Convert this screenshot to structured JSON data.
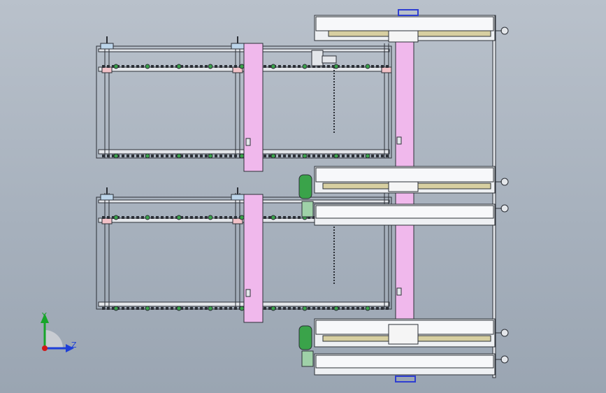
{
  "viewport": {
    "name": "cad-graphics-area",
    "background_top": "#b9c1cb",
    "background_bottom": "#9aa5b2"
  },
  "model": {
    "frame_color": "#2b2f36",
    "rail_color": "#dfe3e8",
    "pink_panel_color": "#f0b8ec",
    "blue_bracket_color": "#2e3ed1",
    "green_part_color": "#3aa34a",
    "tan_beam_color": "#d7cfa1"
  },
  "triad": {
    "x_label": "",
    "y_label": "Y",
    "z_label": "Z",
    "x_color": "#d01818",
    "y_color": "#17a52a",
    "z_color": "#1e3fd8"
  }
}
